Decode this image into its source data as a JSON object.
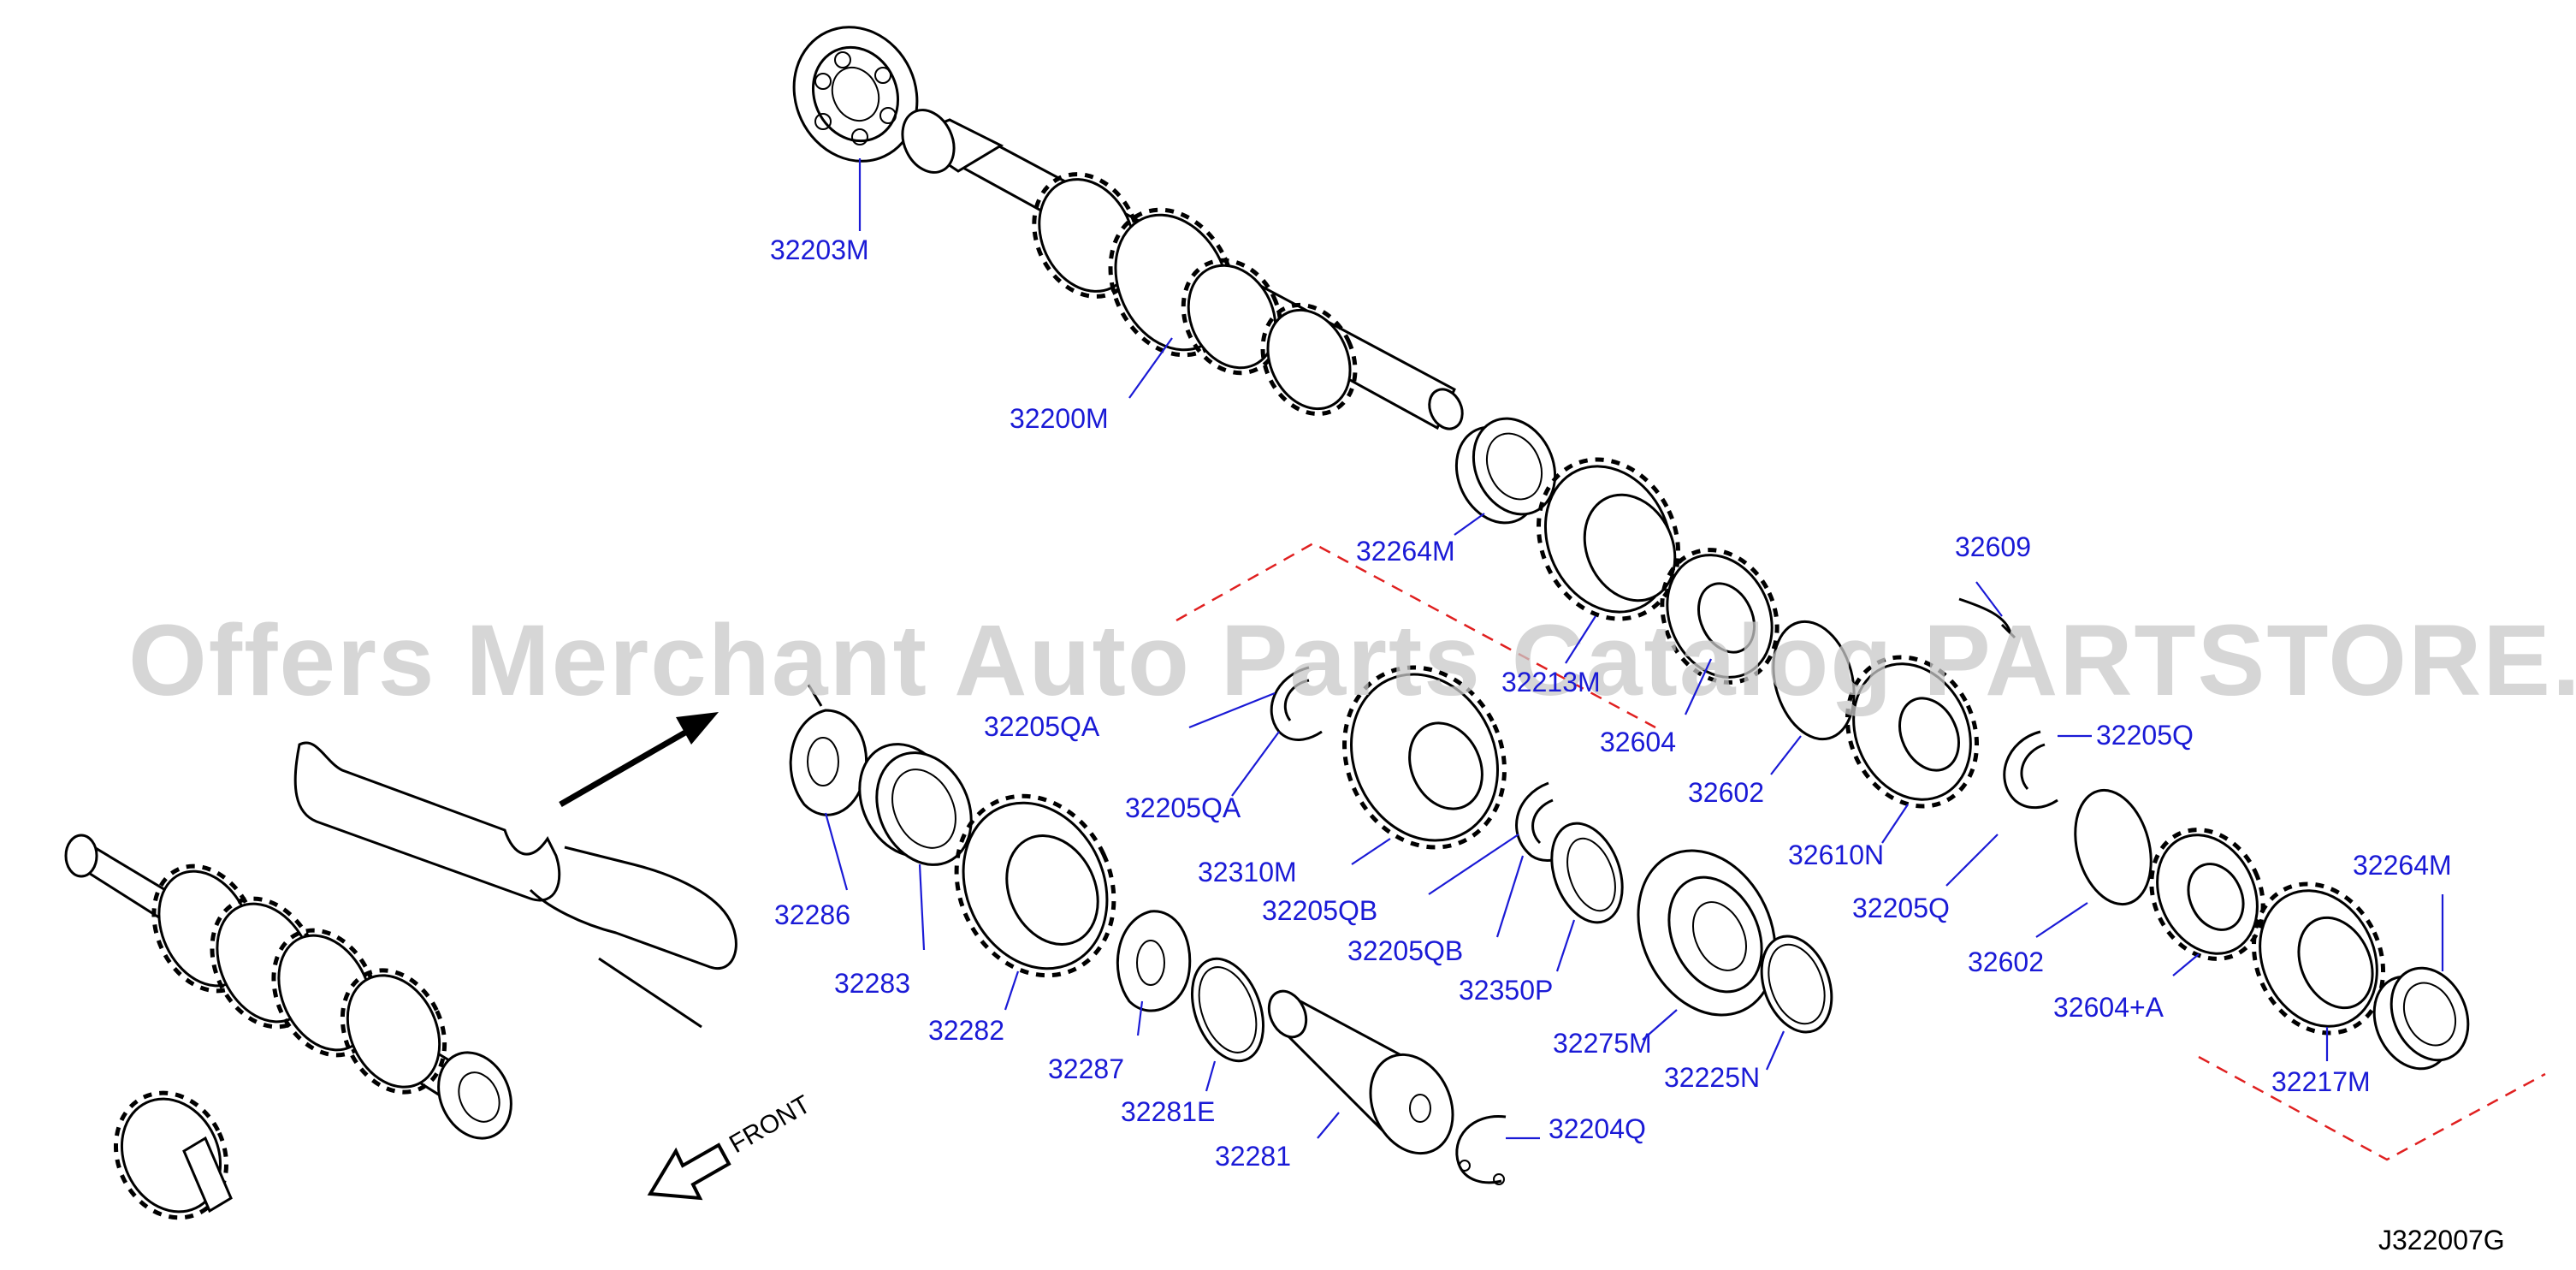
{
  "watermark": "Offers Merchant Auto Parts Catalog PARTSTORE.SA",
  "figure_code": "J322007G",
  "front_label": "FRONT",
  "parts": {
    "p32203M": "32203M",
    "p32200M": "32200M",
    "p32264M_top": "32264M",
    "p32213M": "32213M",
    "p32604": "32604",
    "p32609": "32609",
    "p32602_a": "32602",
    "p32610N": "32610N",
    "p32205QA_a": "32205QA",
    "p32205QA_b": "32205QA",
    "p32310M": "32310M",
    "p32205QB_a": "32205QB",
    "p32205QB_b": "32205QB",
    "p32350P": "32350P",
    "p32286": "32286",
    "p32283": "32283",
    "p32282": "32282",
    "p32287": "32287",
    "p32281E": "32281E",
    "p32281": "32281",
    "p32275M": "32275M",
    "p32225N": "32225N",
    "p32204Q": "32204Q",
    "p32205Q_a": "32205Q",
    "p32205Q_b": "32205Q",
    "p32602_b": "32602",
    "p32604A": "32604+A",
    "p32217M": "32217M",
    "p32264M_right": "32264M"
  }
}
